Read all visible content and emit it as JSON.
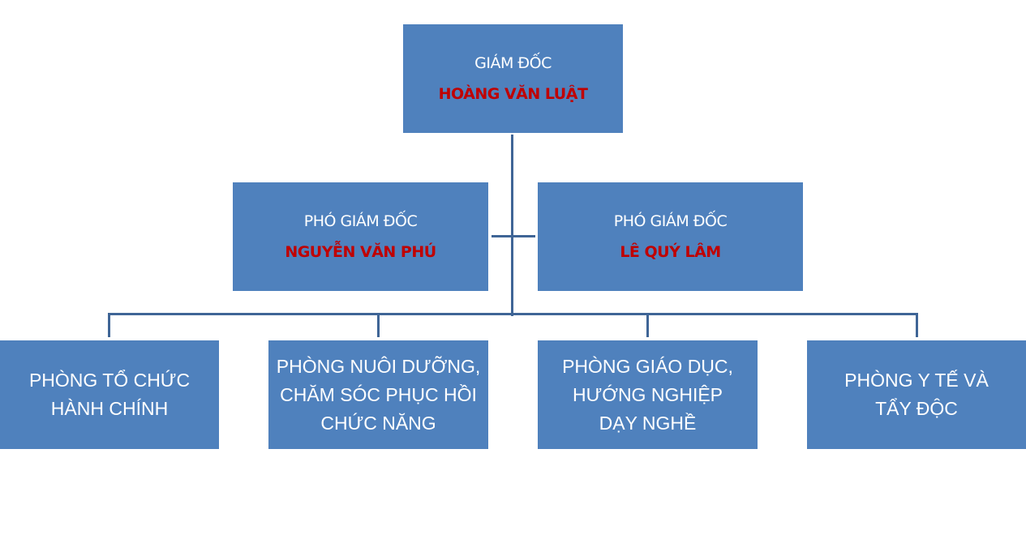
{
  "colors": {
    "box": "#4F81BD",
    "name": "#C00000",
    "line": "#3F6596"
  },
  "director": {
    "title": "GIÁM ĐỐC",
    "name": "HOÀNG VĂN LUẬT"
  },
  "deputies": [
    {
      "title": "PHÓ GIÁM ĐỐC",
      "name": "NGUYỄN VĂN PHÚ"
    },
    {
      "title": "PHÓ GIÁM ĐỐC",
      "name": "LÊ QUÝ LÂM"
    }
  ],
  "departments": [
    {
      "lines": [
        "PHÒNG TỔ CHỨC",
        "HÀNH CHÍNH"
      ]
    },
    {
      "lines": [
        "PHÒNG NUÔI DƯỠNG,",
        "CHĂM SÓC PHỤC HỒI",
        "CHỨC NĂNG"
      ]
    },
    {
      "lines": [
        "PHÒNG GIÁO DỤC,",
        "HƯỚNG NGHIỆP",
        "DẠY NGHỀ"
      ]
    },
    {
      "lines": [
        "PHÒNG Y TẾ VÀ",
        "TẨY ĐỘC"
      ]
    }
  ]
}
